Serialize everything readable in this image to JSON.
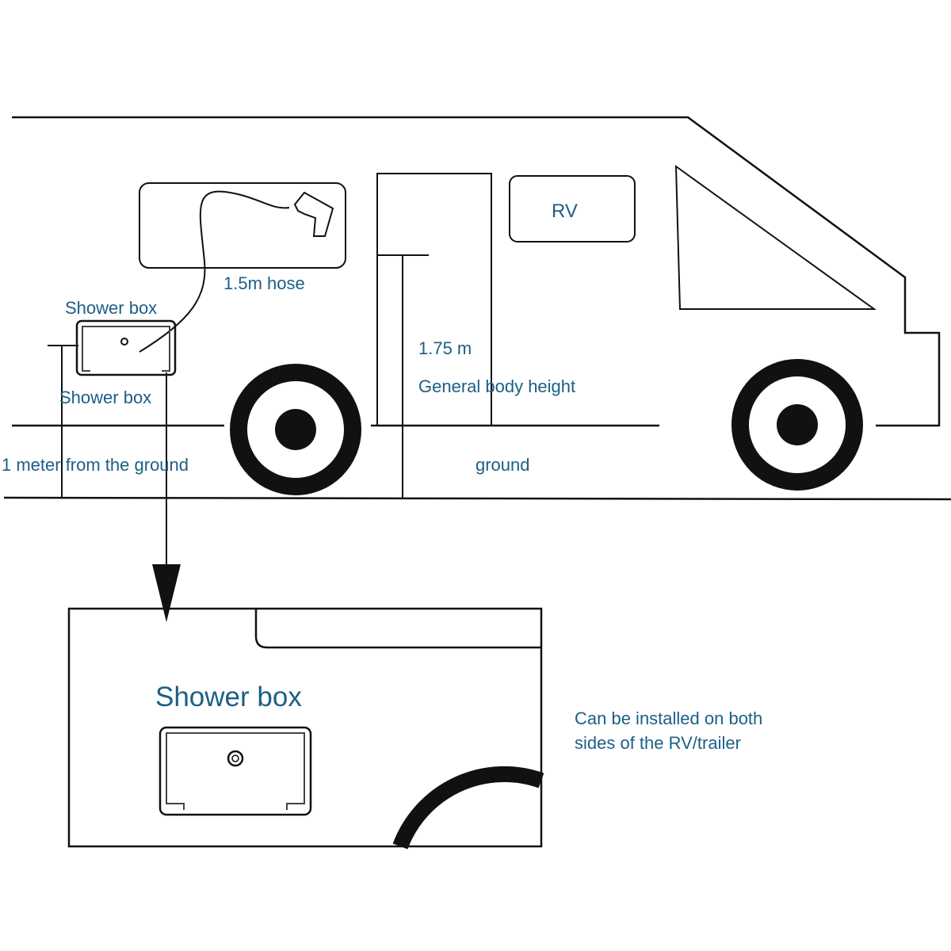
{
  "labels": {
    "rv": "RV",
    "hose": "1.5m hose",
    "shower_box_top": "Shower box",
    "shower_box_under": "Shower box",
    "body_height_value": "1.75 m",
    "body_height_text": "General body height",
    "ground_distance": "1 meter from the ground",
    "ground": "ground",
    "detail_title": "Shower box",
    "install_note_line1": "Can be installed on both",
    "install_note_line2": "sides of the RV/trailer"
  },
  "colors": {
    "label_text": "#1c5f86",
    "line_ink": "#111111",
    "background": "#ffffff"
  }
}
